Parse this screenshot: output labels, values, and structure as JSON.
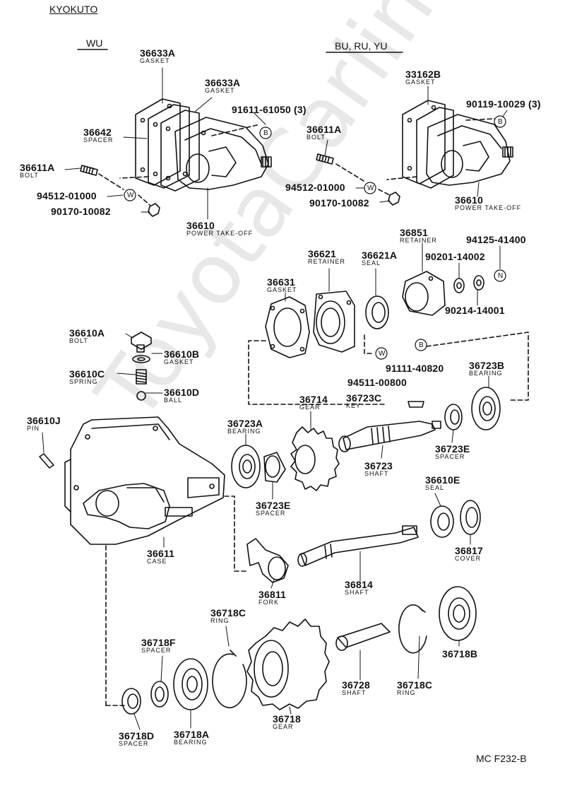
{
  "header": {
    "brand": "KYOKUTO",
    "variant_wu": "WU",
    "variant_bu": "BU, RU, YU"
  },
  "watermark": "ToyotaCarline.ru",
  "figure_code": "MC F232-B",
  "parts": [
    {
      "key": "p1",
      "no": "36633A",
      "name": "GASKET"
    },
    {
      "key": "p2",
      "no": "36633A",
      "name": "GASKET"
    },
    {
      "key": "p3",
      "no": "91611-61050 (3)",
      "name": ""
    },
    {
      "key": "p4",
      "no": "36642",
      "name": "SPACER"
    },
    {
      "key": "p5",
      "no": "36611A",
      "name": "BOLT"
    },
    {
      "key": "p6",
      "no": "94512-01000",
      "name": ""
    },
    {
      "key": "p7",
      "no": "90170-10082",
      "name": ""
    },
    {
      "key": "p8",
      "no": "36610",
      "name": "POWER TAKE-OFF"
    },
    {
      "key": "p9",
      "no": "33162B",
      "name": "GASKET"
    },
    {
      "key": "p10",
      "no": "90119-10029 (3)",
      "name": ""
    },
    {
      "key": "p11",
      "no": "36611A",
      "name": "BOLT"
    },
    {
      "key": "p12",
      "no": "94512-01000",
      "name": ""
    },
    {
      "key": "p13",
      "no": "90170-10082",
      "name": ""
    },
    {
      "key": "p14",
      "no": "36610",
      "name": "POWER TAKE-OFF"
    },
    {
      "key": "p15",
      "no": "36851",
      "name": "RETAINER"
    },
    {
      "key": "p16",
      "no": "94125-41400",
      "name": ""
    },
    {
      "key": "p17",
      "no": "36621",
      "name": "RETAINER"
    },
    {
      "key": "p18",
      "no": "36621A",
      "name": "SEAL"
    },
    {
      "key": "p19",
      "no": "90201-14002",
      "name": ""
    },
    {
      "key": "p20",
      "no": "36631",
      "name": "GASKET"
    },
    {
      "key": "p21",
      "no": "90214-14001",
      "name": ""
    },
    {
      "key": "p22",
      "no": "36610A",
      "name": "BOLT"
    },
    {
      "key": "p23",
      "no": "36610B",
      "name": "GASKET"
    },
    {
      "key": "p24",
      "no": "36610C",
      "name": "SPRING"
    },
    {
      "key": "p25",
      "no": "36610D",
      "name": "BALL"
    },
    {
      "key": "p26",
      "no": "91111-40820",
      "name": ""
    },
    {
      "key": "p27",
      "no": "94511-00800",
      "name": ""
    },
    {
      "key": "p28",
      "no": "36723B",
      "name": "BEARING"
    },
    {
      "key": "p29",
      "no": "36714",
      "name": "GEAR"
    },
    {
      "key": "p30",
      "no": "36723C",
      "name": "KEY"
    },
    {
      "key": "p31",
      "no": "36610J",
      "name": "PIN"
    },
    {
      "key": "p32",
      "no": "36723A",
      "name": "BEARING"
    },
    {
      "key": "p33",
      "no": "36723E",
      "name": "SPACER"
    },
    {
      "key": "p34",
      "no": "36723",
      "name": "SHAFT"
    },
    {
      "key": "p35",
      "no": "36610E",
      "name": "SEAL"
    },
    {
      "key": "p36",
      "no": "36723E",
      "name": "SPACER"
    },
    {
      "key": "p37",
      "no": "36611",
      "name": "CASE"
    },
    {
      "key": "p38",
      "no": "36817",
      "name": "COVER"
    },
    {
      "key": "p39",
      "no": "36811",
      "name": "FORK"
    },
    {
      "key": "p40",
      "no": "36814",
      "name": "SHAFT"
    },
    {
      "key": "p41",
      "no": "36718C",
      "name": "RING"
    },
    {
      "key": "p42",
      "no": "36718F",
      "name": "SPACER"
    },
    {
      "key": "p43",
      "no": "36718B",
      "name": ""
    },
    {
      "key": "p44",
      "no": "36728",
      "name": "SHAFT"
    },
    {
      "key": "p45",
      "no": "36718C",
      "name": "RING"
    },
    {
      "key": "p46",
      "no": "36718D",
      "name": "SPACER"
    },
    {
      "key": "p47",
      "no": "36718A",
      "name": "BEARING"
    },
    {
      "key": "p48",
      "no": "36718",
      "name": "GEAR"
    }
  ],
  "callouts": [
    "B",
    "W",
    "B",
    "W",
    "N",
    "W",
    "B"
  ]
}
